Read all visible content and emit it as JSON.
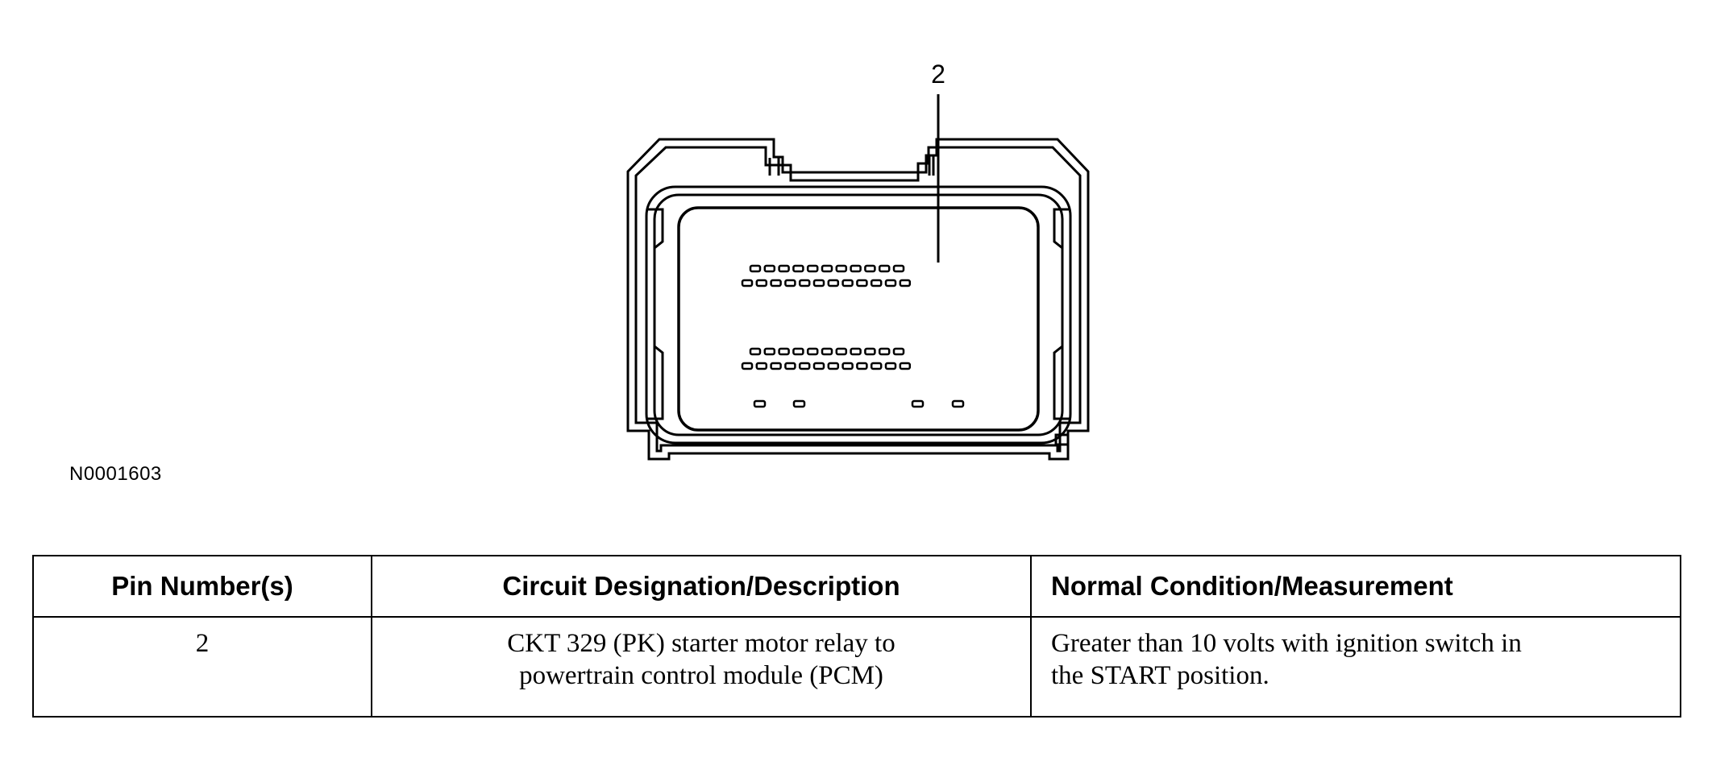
{
  "diagram": {
    "callout_label": "2",
    "figure_id": "N0001603"
  },
  "table": {
    "headers": [
      "Pin Number(s)",
      "Circuit Designation/Description",
      "Normal Condition/Measurement"
    ],
    "rows": [
      {
        "pin": "2",
        "circuit": [
          "CKT 329 (PK) starter motor relay to",
          "powertrain control module (PCM)"
        ],
        "condition": [
          "Greater than 10 volts with ignition switch in",
          "the START position."
        ]
      }
    ]
  }
}
